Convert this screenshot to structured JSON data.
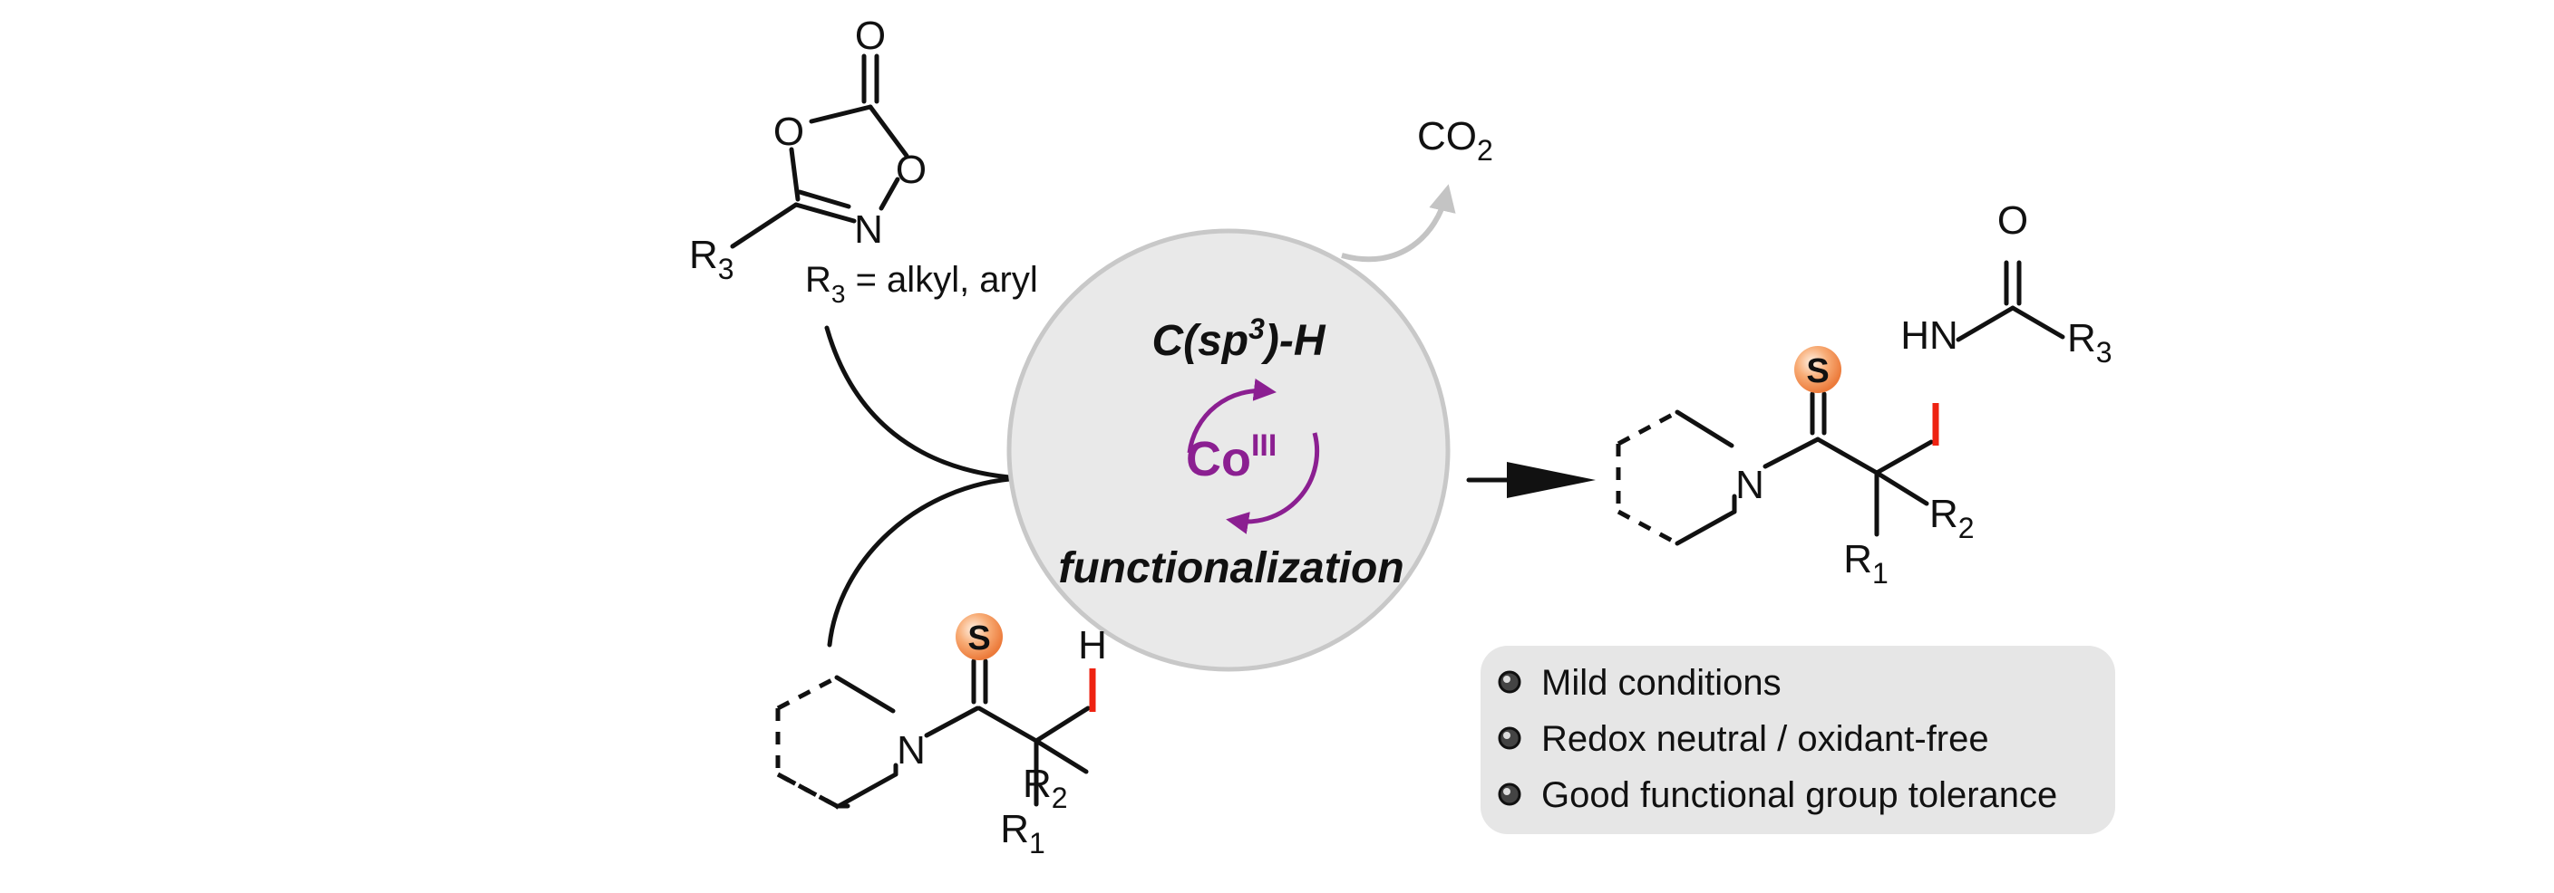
{
  "reagent": {
    "atom_o_carbonyl": "O",
    "atom_o_ring_left": "O",
    "atom_o_ring_right": "O",
    "atom_n": "N",
    "substituent": "R",
    "substituent_sub": "3",
    "note_r": "R",
    "note_sub": "3",
    "note_text": " = alkyl, aryl"
  },
  "byproduct": {
    "text": "CO",
    "sub": "2"
  },
  "catalysis": {
    "c_sp3_prefix": "C(sp",
    "c_sp3_sup": "3",
    "c_sp3_suffix": ")-H",
    "metal": "Co",
    "metal_ox": "III",
    "function": "functionalization",
    "cycle_color": "#8b1f91",
    "circle_fill": "#e9e9e9",
    "circle_stroke": "#c8c8c8"
  },
  "substrate": {
    "atom_s": "S",
    "atom_n": "N",
    "atom_h": "H",
    "r1": "R",
    "r1_sub": "1",
    "r2": "R",
    "r2_sub": "2",
    "s_ball_color": "#f5924e"
  },
  "product": {
    "atom_s": "S",
    "atom_n": "N",
    "atom_hn": "HN",
    "atom_o": "O",
    "r1": "R",
    "r1_sub": "1",
    "r2": "R",
    "r2_sub": "2",
    "r3": "R",
    "r3_sub": "3"
  },
  "features": {
    "items": [
      "Mild conditions",
      "Redox neutral / oxidant-free",
      "Good functional group tolerance"
    ],
    "box_fill": "#e6e6e6"
  },
  "highlight_color": "#ee2211"
}
